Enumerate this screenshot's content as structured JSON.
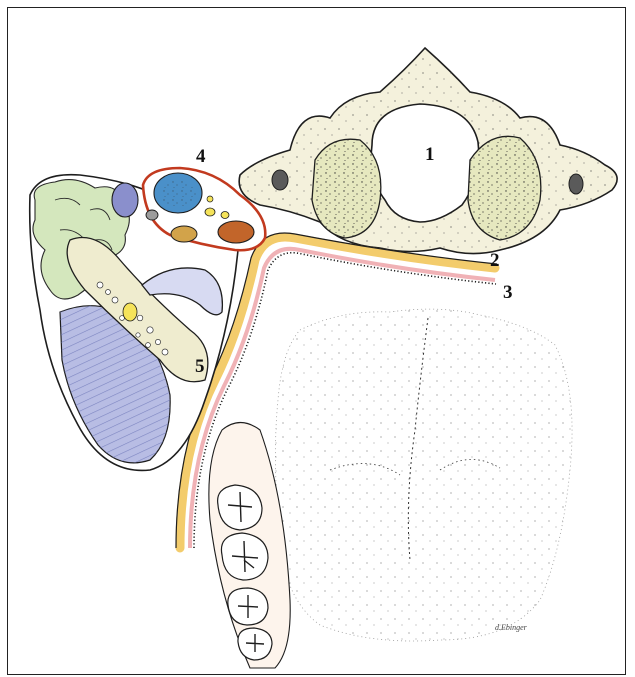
{
  "labels": {
    "l1": "1",
    "l2": "2",
    "l3": "3",
    "l4": "4",
    "l5": "5"
  },
  "colors": {
    "bone": "#efeccf",
    "outline": "#1e1e1e",
    "mucosa_yellow": "#f3cc6c",
    "mucosa_pink": "#f0b2b6",
    "gland_green": "#d4e7bd",
    "muscle_blue": "#9aa2d6",
    "nerve_blue": "#4a90c9",
    "vessel_red": "#c23a1f",
    "vessel_orange": "#d2843a"
  }
}
